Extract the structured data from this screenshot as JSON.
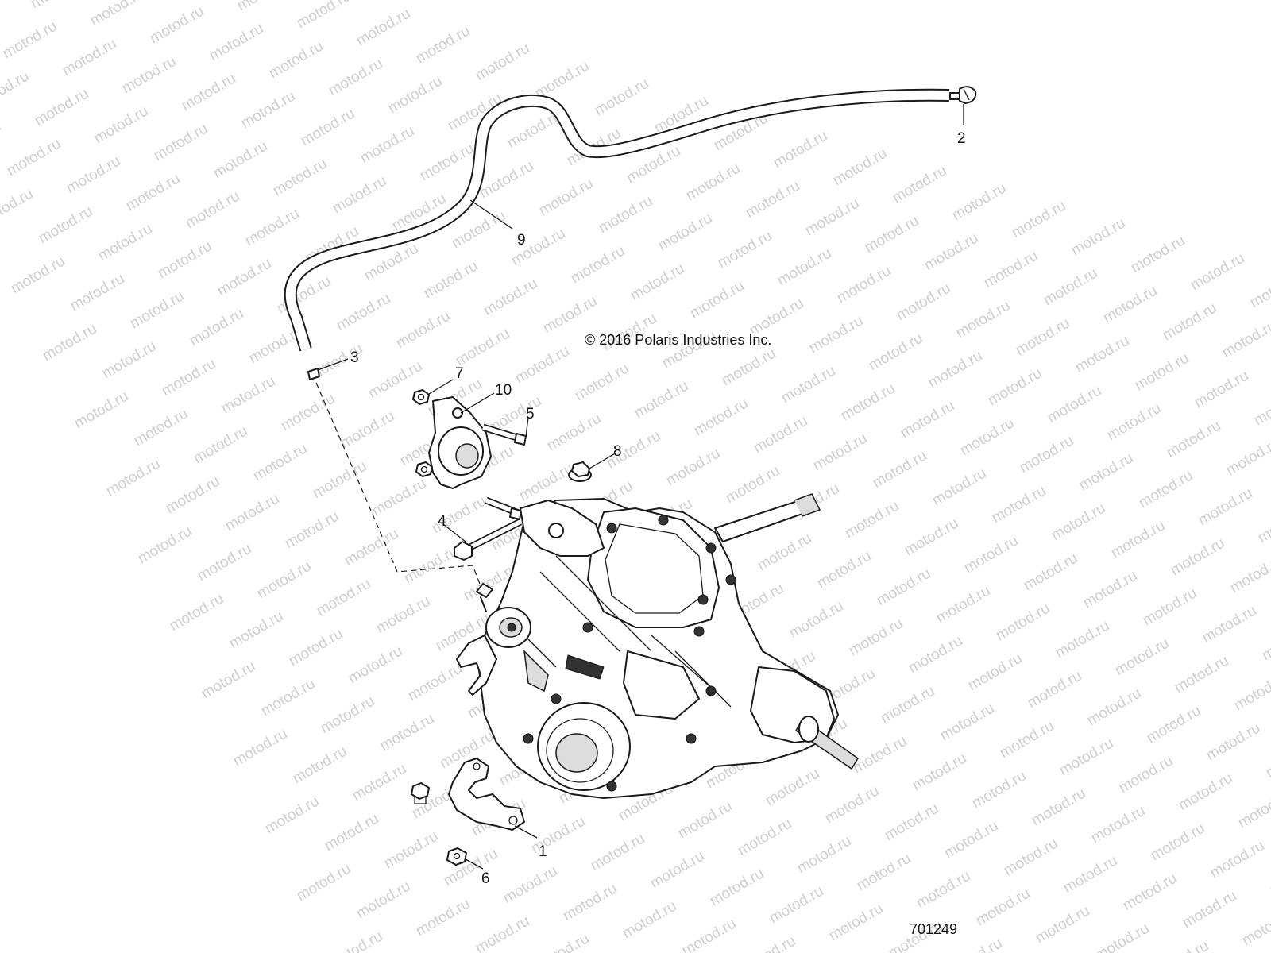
{
  "watermark": "motod.ru",
  "copyright": "© 2016 Polaris Industries Inc.",
  "diagram_number": "701249",
  "callouts": [
    "1",
    "2",
    "3",
    "4",
    "5",
    "6",
    "7",
    "8",
    "9",
    "10"
  ]
}
